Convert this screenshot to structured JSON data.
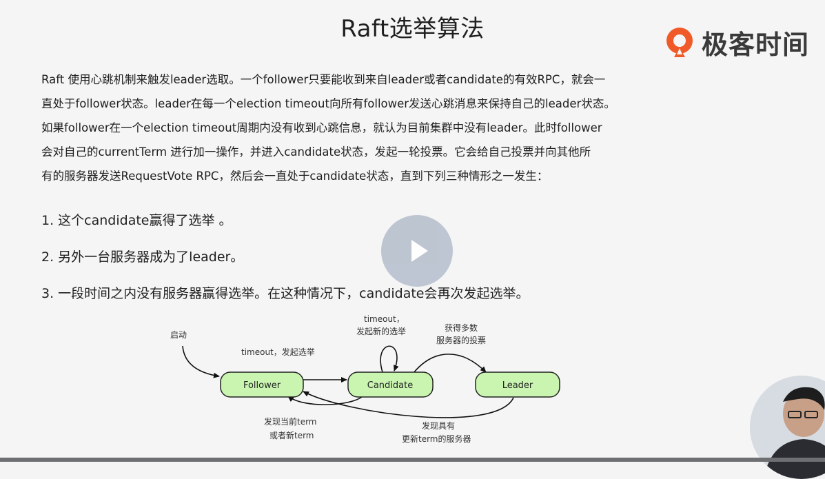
{
  "slide": {
    "title": "Raft选举算法",
    "brand": {
      "name": "极客时间",
      "logo_icon": "geektime-logo-icon",
      "accent": "#f05a28"
    },
    "paragraph": [
      "Raft 使用心跳机制来触发leader选取。一个follower只要能收到来自leader或者candidate的有效RPC，就会一",
      "直处于follower状态。leader在每一个election timeout向所有follower发送心跳消息来保持自己的leader状态。",
      "如果follower在一个election timeout周期内没有收到心跳信息，就认为目前集群中没有leader。此时follower",
      "会对自己的currentTerm 进行加一操作，并进入candidate状态，发起一轮投票。它会给自己投票并向其他所",
      "有的服务器发送RequestVote RPC，然后会一直处于candidate状态，直到下列三种情形之一发生："
    ],
    "items": [
      "1. 这个candidate赢得了选举 。",
      "2. 另外一台服务器成为了leader。",
      "3. 一段时间之内没有服务器赢得选举。在这种情况下，candidate会再次发起选举。"
    ],
    "diagram": {
      "node_color": "#c9f5b0",
      "nodes": {
        "follower": "Follower",
        "candidate": "Candidate",
        "leader": "Leader"
      },
      "labels": {
        "start": "启动",
        "timeout_elect": "timeout，发起选举",
        "self_loop_1": "timeout，",
        "self_loop_2": "发起新的选举",
        "win_1": "获得多数",
        "win_2": "服务器的投票",
        "c_to_f_1": "发现当前term",
        "c_to_f_2": "或者新term",
        "l_to_f_1": "发现具有",
        "l_to_f_2": "更新term的服务器"
      }
    }
  },
  "player": {
    "play_icon": "play-icon",
    "play_color": "#b9c1cf"
  },
  "webcam": {
    "icon": "presenter-video-icon"
  }
}
